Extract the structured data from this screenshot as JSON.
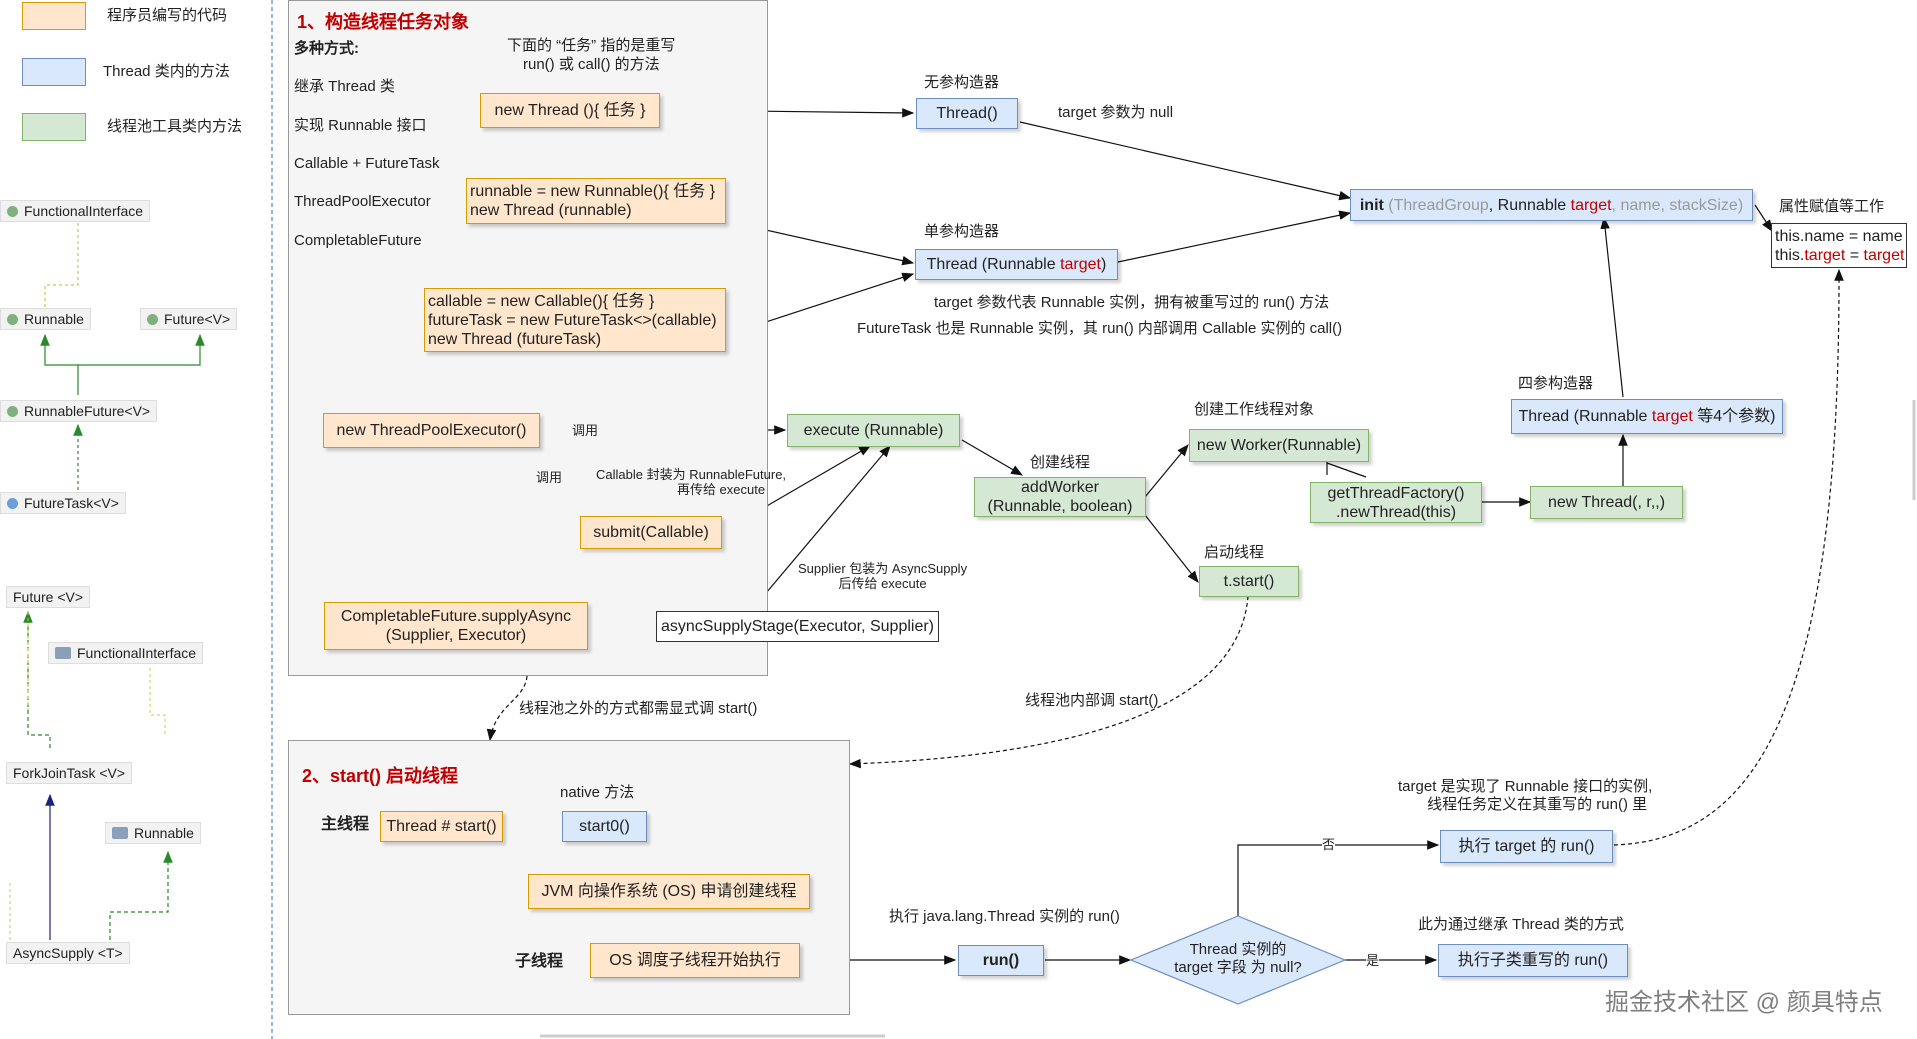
{
  "legend": [
    {
      "label": "程序员编写的代码",
      "color": "#ffe6cc"
    },
    {
      "label": "Thread 类内的方法",
      "color": "#dae8fc"
    },
    {
      "label": "线程池工具类内方法",
      "color": "#d5e8d4"
    }
  ],
  "uml_top": {
    "functional_interface": "FunctionalInterface",
    "runnable": "Runnable",
    "future": "Future<V>",
    "runnable_future": "RunnableFuture<V>",
    "future_task": "FutureTask<V>"
  },
  "uml_bottom": {
    "future": "Future <V>",
    "functional_interface": "FunctionalInterface",
    "fork_join_task": "ForkJoinTask <V>",
    "runnable": "Runnable",
    "async_supply": "AsyncSupply <T>"
  },
  "section1": {
    "title": "1、构造线程任务对象",
    "ways_heading": "多种方式:",
    "note_line1": "下面的 “任务” 指的是重写",
    "note_line2": "run() 或 call() 的方法",
    "ways": [
      "继承 Thread 类",
      "实现 Runnable 接口",
      "Callable + FutureTask",
      "ThreadPoolExecutor",
      "CompletableFuture"
    ],
    "box_new_thread": "new Thread (){ 任务 }",
    "box_runnable_l1": "runnable = new Runnable(){ 任务 }",
    "box_runnable_l2": "new Thread (runnable)",
    "box_callable_l1": "callable = new Callable(){ 任务 }",
    "box_callable_l2": "futureTask = new FutureTask<>(callable)",
    "box_callable_l3": "new Thread (futureTask)",
    "box_tpe": "new ThreadPoolExecutor()",
    "box_execute": "execute (Runnable)",
    "box_submit": "submit(Callable)",
    "box_cf_l1": "CompletableFuture.supplyAsync",
    "box_cf_l2": "(Supplier, Executor)",
    "box_async": "asyncSupplyStage(Executor, Supplier)",
    "edge_call1": "调用",
    "edge_call2": "调用",
    "callable_wrap_l1": "Callable 封装为 RunnableFuture,",
    "callable_wrap_l2": "再传给 execute",
    "supplier_wrap_l1": "Supplier 包装为 AsyncSupply",
    "supplier_wrap_l2": "后传给 execute"
  },
  "constructors": {
    "no_arg_label": "无参构造器",
    "no_arg_box": "Thread()",
    "target_null": "target 参数为 null",
    "single_label": "单参构造器",
    "single_box_prefix": "Thread (Runnable ",
    "single_box_target": "target",
    "single_box_suffix": ")",
    "single_note1": "target 参数代表 Runnable 实例，拥有被重写过的 run() 方法",
    "single_note2": "FutureTask 也是 Runnable 实例，其 run() 内部调用 Callable 实例的 call()",
    "init_bold": "init",
    "init_p1": " (ThreadGroup",
    "init_p2": ", Runnable ",
    "init_target": "target",
    "init_p3": ", name",
    "init_p4": ", stackSize)",
    "assign_label": "属性赋值等工作",
    "assign_line1": "this.name = name",
    "assign_line2_prefix": "this.",
    "assign_line2_target": "target",
    "assign_line2_mid": " = ",
    "assign_line2_end": "target",
    "four_label": "四参构造器",
    "four_box_prefix": "Thread (Runnable ",
    "four_box_target": "target",
    "four_box_suffix": " 等4个参数)"
  },
  "pool": {
    "create_thread_label": "创建线程",
    "add_worker_l1": "addWorker",
    "add_worker_l2": "(Runnable, boolean)",
    "create_worker_label": "创建工作线程对象",
    "new_worker": "new Worker(Runnable)",
    "factory_l1": "getThreadFactory()",
    "factory_l2": ".newThread(this)",
    "new_thread_rr": "new Thread(, r,,)",
    "start_label": "启动线程",
    "t_start": "t.start()",
    "pool_start_note": "线程池内部调 start()",
    "outside_note": "线程池之外的方式都需显式调 start()"
  },
  "section2": {
    "title": "2、start() 启动线程",
    "main_thread": "主线程",
    "thread_start": "Thread # start()",
    "native_label": "native 方法",
    "start0": "start0()",
    "jvm_box": "JVM 向操作系统 (OS) 申请创建线程",
    "child_thread": "子线程",
    "os_box": "OS 调度子线程开始执行",
    "exec_run_label": "执行 java.lang.Thread 实例的 run()",
    "run_box": "run()",
    "decision_l1": "Thread 实例的",
    "decision_l2": "target 字段 为 null?",
    "no_label": "否",
    "yes_label": "是",
    "target_note1": "target 是实现了 Runnable 接口的实例,",
    "target_note2": "线程任务定义在其重写的 run() 里",
    "exec_target_run": "执行 target 的 run()",
    "inherit_note": "此为通过继承 Thread 类的方式",
    "exec_sub_run": "执行子类重写的 run()"
  },
  "watermark": "掘金技术社区 @ 颜具特点",
  "colors": {
    "accent_red": "#c00000",
    "orange_fill": "#ffe6cc",
    "blue_fill": "#dae8fc",
    "green_fill": "#d5e8d4"
  }
}
